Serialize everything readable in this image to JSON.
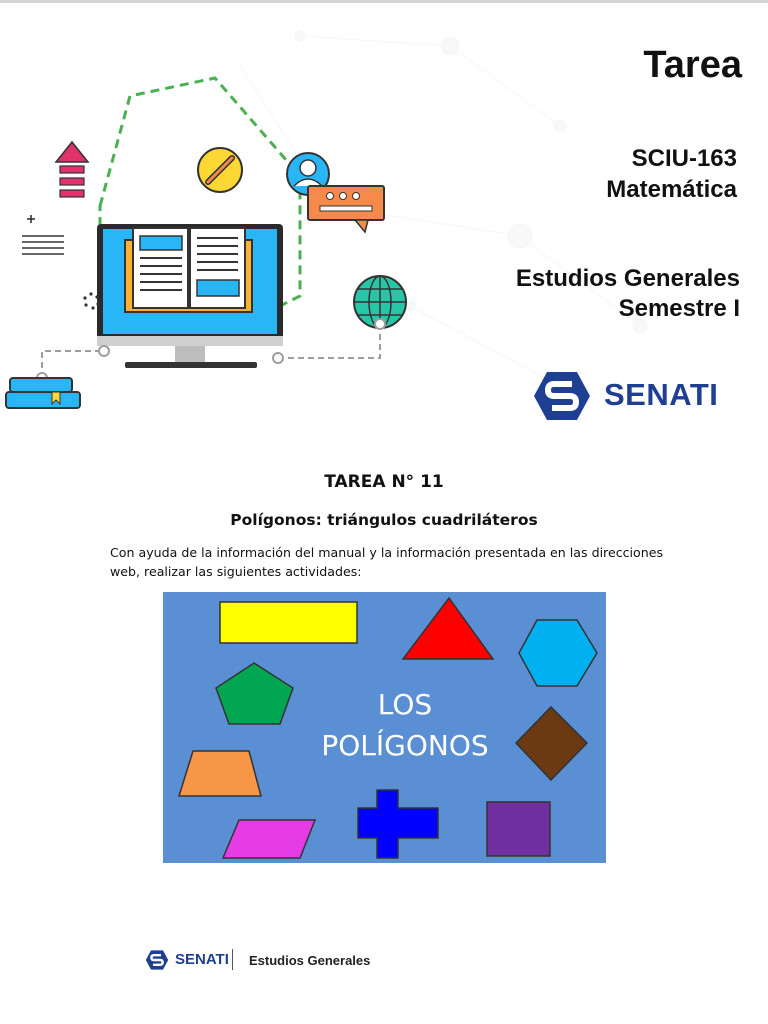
{
  "cover": {
    "heading": "Tarea",
    "course_code": "SCIU-163",
    "course_name": "Matemática",
    "program": "Estudios Generales",
    "semester": "Semestre I",
    "brand": "SENATI",
    "illustration_icons": [
      "upload-arrow-icon",
      "pencil-icon",
      "user-icon",
      "chat-bubble-icon",
      "open-book-icon",
      "monitor-icon",
      "globe-icon",
      "books-stack-icon",
      "document-list-icon"
    ]
  },
  "task": {
    "title": "TAREA N° 11",
    "subtitle": "Polígonos: triángulos cuadriláteros",
    "instructions_line1": "Con ayuda de la información del manual y la información presentada en las direcciones",
    "instructions_line2": "web, realizar las siguientes actividades:"
  },
  "figure": {
    "line1": "LOS",
    "line2": "POLÍGONOS",
    "background": "#5b8fd4",
    "shapes": [
      {
        "name": "yellow-rectangle",
        "color": "#ffff00"
      },
      {
        "name": "red-triangle",
        "color": "#ff0000"
      },
      {
        "name": "cyan-hexagon",
        "color": "#00b0f0"
      },
      {
        "name": "green-pentagon",
        "color": "#00a651"
      },
      {
        "name": "brown-rhombus",
        "color": "#6b3a12"
      },
      {
        "name": "orange-trapezoid",
        "color": "#f79646"
      },
      {
        "name": "blue-cross",
        "color": "#0000ff"
      },
      {
        "name": "magenta-parallelogram",
        "color": "#e63ce6"
      },
      {
        "name": "purple-square",
        "color": "#7030a0"
      }
    ]
  },
  "footer": {
    "brand": "SENATI",
    "department": "Estudios Generales"
  },
  "colors": {
    "brand_blue": "#1f3f93",
    "accent_green": "#4caf50",
    "accent_orange": "#f58a4b",
    "accent_pink": "#e0336c"
  }
}
